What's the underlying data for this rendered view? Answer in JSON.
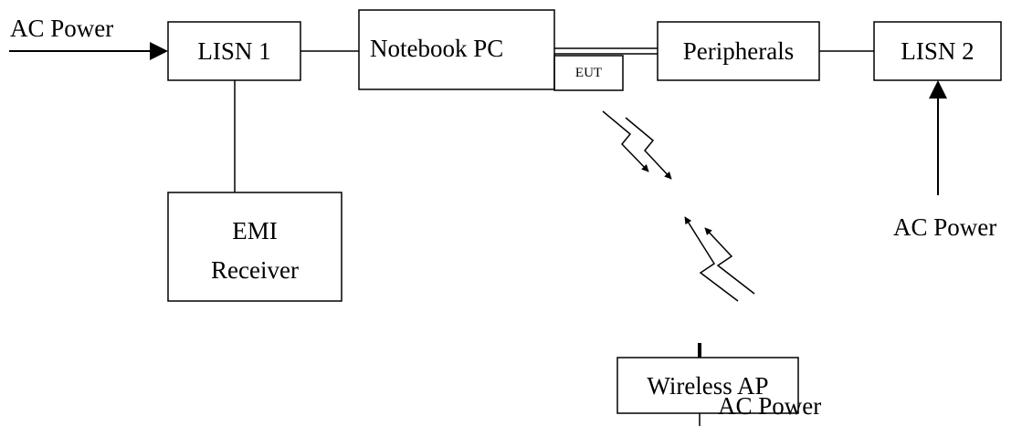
{
  "nodes": {
    "lisn1": "LISN 1",
    "notebook": "Notebook PC",
    "eut": "EUT",
    "peripherals": "Peripherals",
    "lisn2": "LISN 2",
    "emi_line1": "EMI",
    "emi_line2": "Receiver",
    "wireless_ap": "Wireless AP"
  },
  "power_labels": {
    "left": "AC Power",
    "right": "AC Power",
    "bottom": "AC Power"
  },
  "colors": {
    "line": "#000000",
    "background": "#ffffff"
  }
}
